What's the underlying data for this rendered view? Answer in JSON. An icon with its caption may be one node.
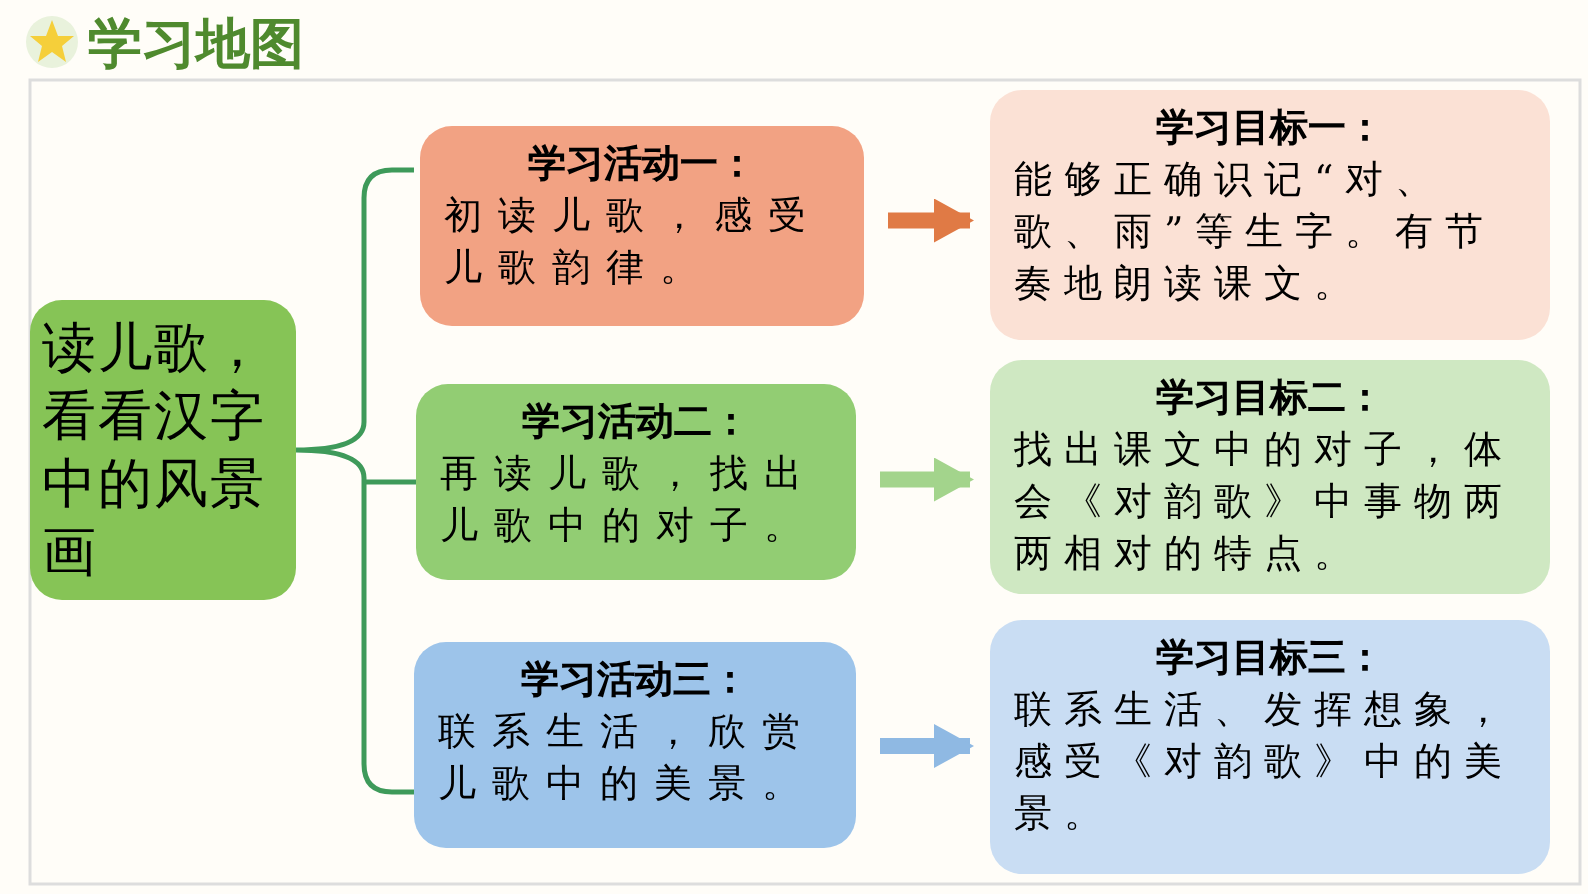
{
  "diagram": {
    "title": "学习地图",
    "nodes": [
      {
        "text": [
          "读儿歌，看看汉字中的风景画"
        ]
      },
      {
        "text": [
          "学习活动一：",
          "初读儿歌，感受儿歌韵律。"
        ]
      },
      {
        "text": [
          "学习活动二：",
          "再读儿歌，找出儿歌中的对子。"
        ]
      },
      {
        "text": [
          "学习活动三：",
          "联系生活，欣赏儿歌中的美景。"
        ]
      },
      {
        "text": [
          "学习目标一：",
          "能够正确识记“对、歌、雨”等生字。有节奏地朗读课文。"
        ]
      },
      {
        "text": [
          "学习目标二：",
          "找出课文中的对子，体会《对韵歌》中事物两两相对的特点。"
        ]
      },
      {
        "text": [
          "学习目标三：",
          "联系生活、发挥想象，感受《对韵歌》中的美景。"
        ]
      }
    ],
    "edges": [
      {
        "from": 0,
        "to": 1,
        "arrow": "none",
        "color": "#3e9a5a"
      },
      {
        "from": 0,
        "to": 2,
        "arrow": "none",
        "color": "#3e9a5a"
      },
      {
        "from": 0,
        "to": 3,
        "arrow": "none",
        "color": "#3e9a5a"
      },
      {
        "from": 1,
        "to": 4,
        "arrow": "to",
        "style": "thick",
        "color": "#e07a45"
      },
      {
        "from": 2,
        "to": 5,
        "arrow": "to",
        "style": "thick",
        "color": "#a3d48c"
      },
      {
        "from": 3,
        "to": 6,
        "arrow": "to",
        "style": "thick",
        "color": "#8fb9e3"
      }
    ]
  }
}
